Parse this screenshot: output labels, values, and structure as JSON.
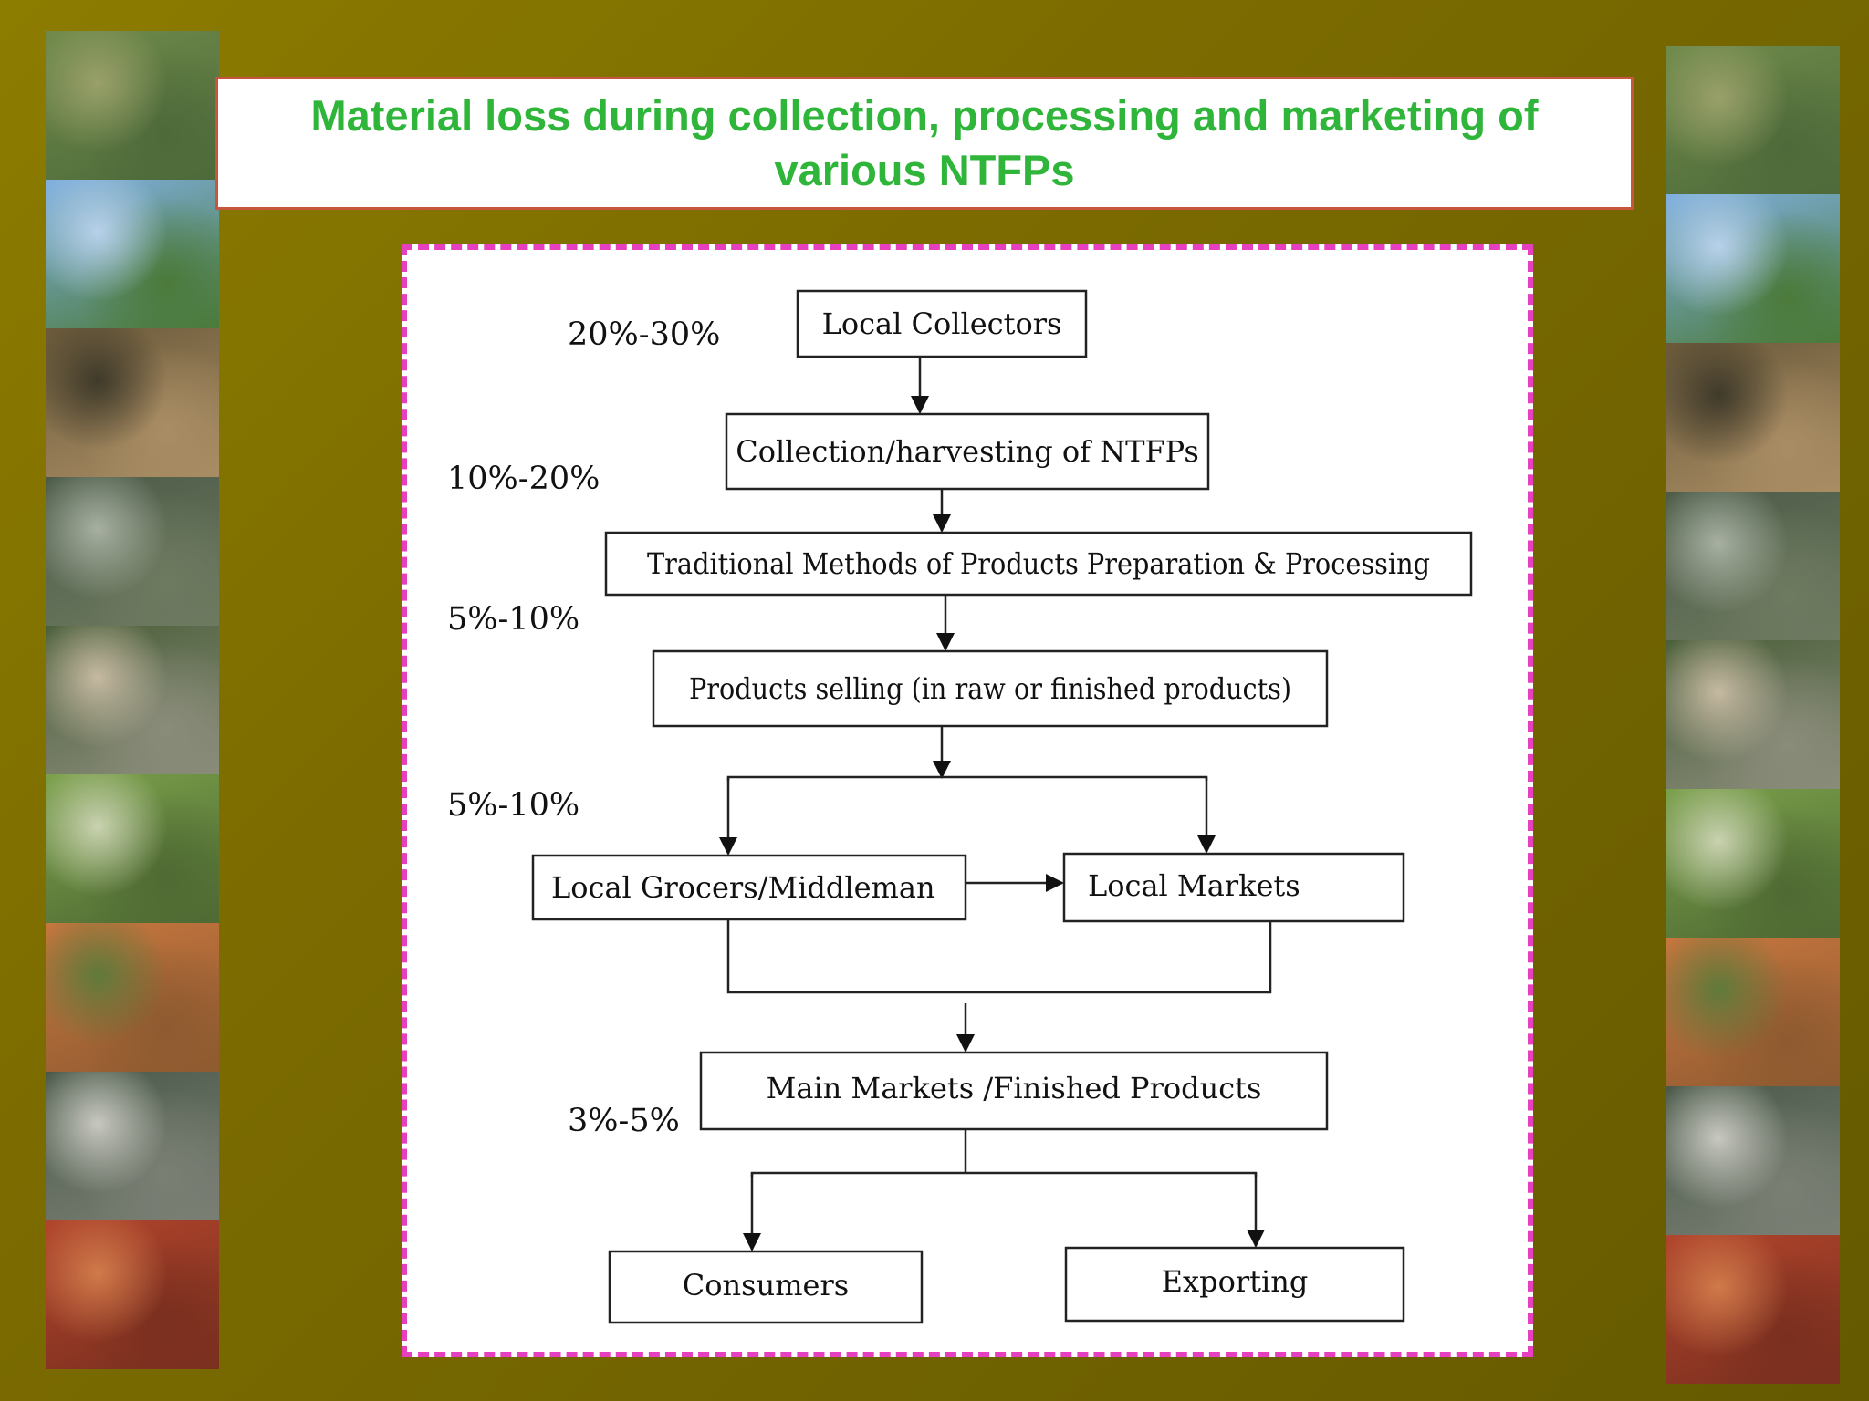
{
  "title": "Material loss during collection, processing and marketing of various NTFPs",
  "photo_strip": [
    {
      "icon": "woman-in-field-photo",
      "colors": [
        "#6f8a4a",
        "#4e6a3a",
        "#9aa06a"
      ]
    },
    {
      "icon": "tree-photo",
      "colors": [
        "#7fb0e0",
        "#4b7a3a",
        "#b7d1ea"
      ]
    },
    {
      "icon": "child-carrying-bark-photo",
      "colors": [
        "#6b5a3a",
        "#a98d64",
        "#3f3a2a"
      ]
    },
    {
      "icon": "forest-hillside-photo",
      "colors": [
        "#4c5b48",
        "#6e7a60",
        "#a7b0a2"
      ]
    },
    {
      "icon": "people-processing-photo",
      "colors": [
        "#4a5f3a",
        "#8a8c7a",
        "#c6b9a2"
      ]
    },
    {
      "icon": "homestead-photo",
      "colors": [
        "#7aa04a",
        "#4f6a33",
        "#c9d2b0"
      ]
    },
    {
      "icon": "wooden-crate-photo",
      "colors": [
        "#c9773f",
        "#8e5a30",
        "#5f7a3a"
      ]
    },
    {
      "icon": "market-crowd-photo",
      "colors": [
        "#4a5a4a",
        "#7a7f74",
        "#c8c8c0"
      ]
    },
    {
      "icon": "red-fruits-photo",
      "colors": [
        "#b0442c",
        "#7a2f1f",
        "#d07a4a"
      ]
    }
  ],
  "diagram": {
    "nodes": {
      "local_collectors": "Local Collectors",
      "collection": "Collection/harvesting of NTFPs",
      "traditional": "Traditional Methods of Products Preparation & Processing",
      "selling": "Products selling (in raw or finished products)",
      "grocers": "Local Grocers/Middleman",
      "local_markets": "Local Markets",
      "main_markets": "Main Markets /Finished Products",
      "consumers": "Consumers",
      "exporting": "Exporting"
    },
    "loss_labels": {
      "collectors": "20%-30%",
      "collection": "10%-20%",
      "processing": "5%-10%",
      "selling": "5%-10%",
      "main_markets": "3%-5%"
    }
  }
}
